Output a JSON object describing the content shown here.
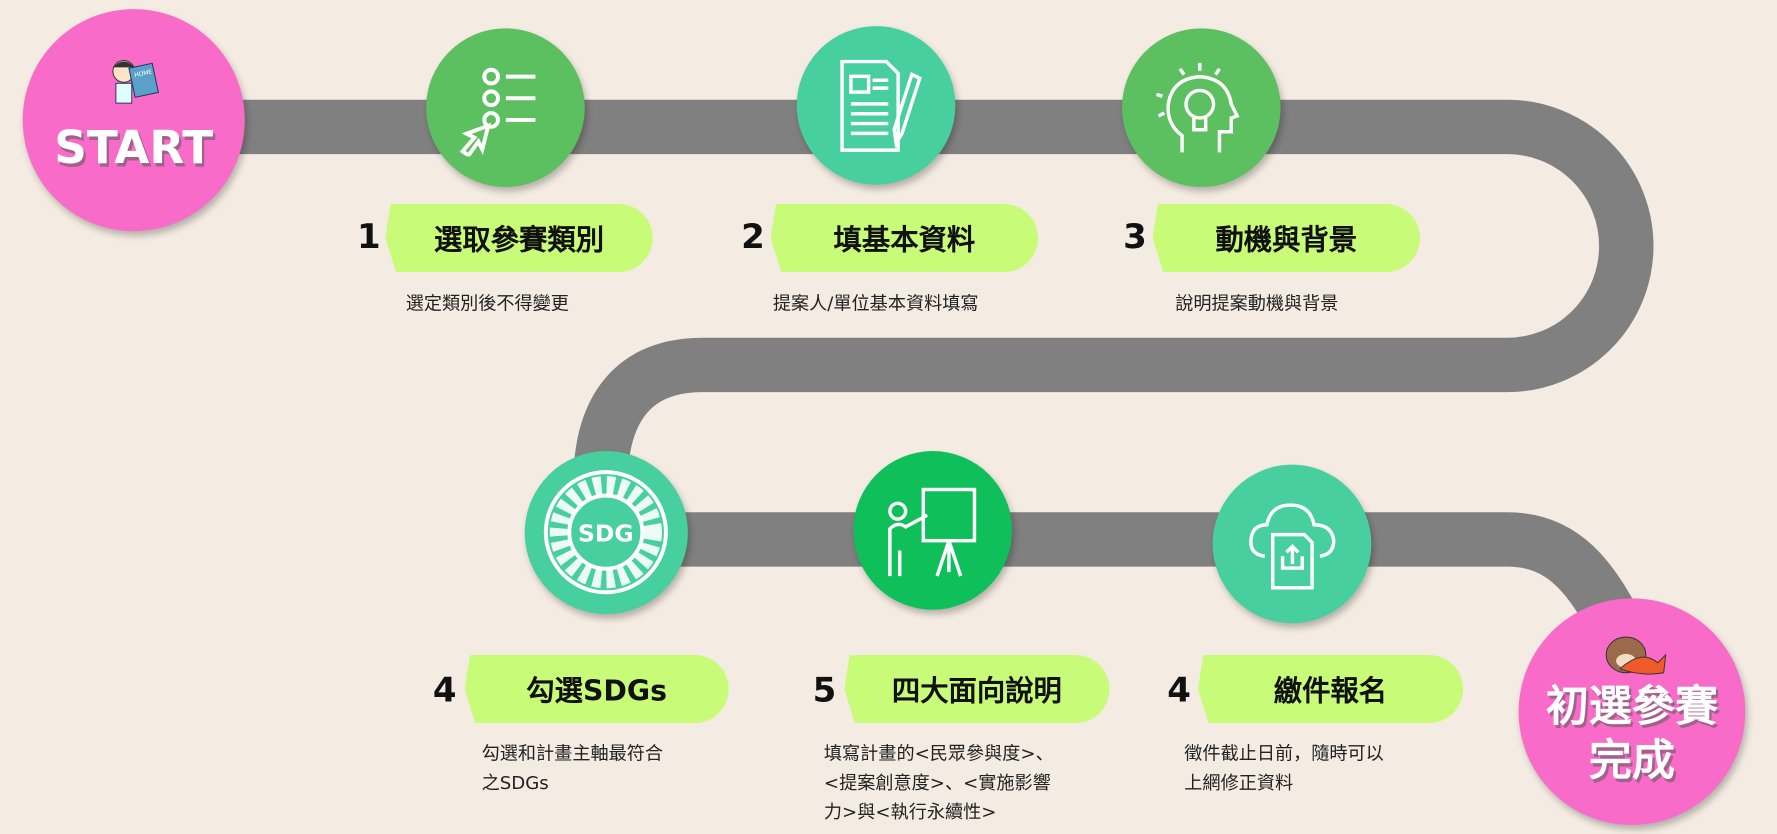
{
  "start_label": "START",
  "finish": {
    "line1": "初選參賽",
    "line2": "完成"
  },
  "steps": [
    {
      "number": "1",
      "title": "選取參賽類別",
      "desc": [
        "選定類別後不得變更"
      ],
      "icon": "checklist-cursor-icon"
    },
    {
      "number": "2",
      "title": "填基本資料",
      "desc": [
        "提案人/單位基本資料填寫"
      ],
      "icon": "document-pencil-icon"
    },
    {
      "number": "3",
      "title": "動機與背景",
      "desc": [
        "說明提案動機與背景"
      ],
      "icon": "lightbulb-head-icon"
    },
    {
      "number": "4",
      "title": "勾選SDGs",
      "desc": [
        "勾選和計畫主軸最符合",
        "之SDGs"
      ],
      "icon": "sdg-wheel-icon",
      "icon_text": "SDG"
    },
    {
      "number": "5",
      "title": "四大面向說明",
      "desc": [
        "填寫計畫的<民眾參與度>、",
        "<提案創意度>、<實施影響",
        "力>與<執行永續性>"
      ],
      "icon": "presentation-icon"
    },
    {
      "number": "4",
      "title": "繳件報名",
      "desc": [
        "徵件截止日前，隨時可以",
        "上網修正資料"
      ],
      "icon": "cloud-upload-icon"
    }
  ],
  "colors": {
    "background": "#f4ece2",
    "road": "#808080",
    "pink": "#f96bc8",
    "green": "#5cbf60",
    "teal": "#48cfa0",
    "deep_green": "#0fbf5a",
    "pill": "#c8fb78"
  }
}
